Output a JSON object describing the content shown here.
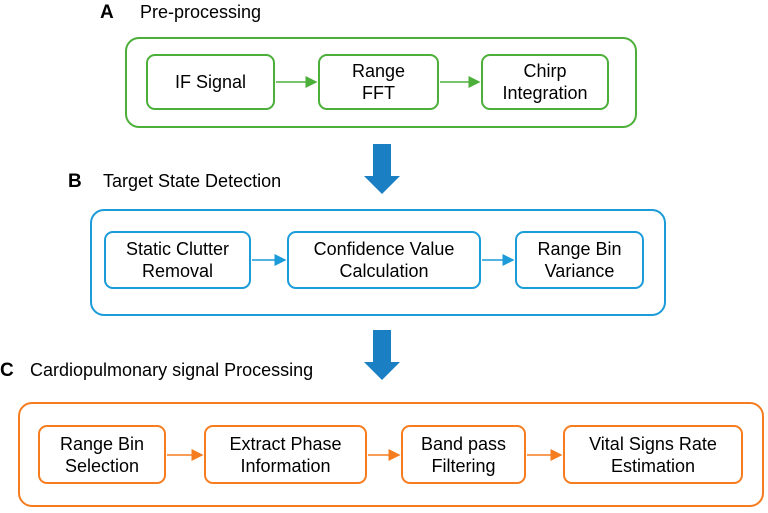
{
  "sections": {
    "a": {
      "letter": "A",
      "title": "Pre-processing",
      "steps": [
        "IF Signal",
        "Range\nFFT",
        "Chirp\nIntegration"
      ]
    },
    "b": {
      "letter": "B",
      "title": "Target State Detection",
      "steps": [
        "Static Clutter\nRemoval",
        "Confidence Value\nCalculation",
        "Range Bin\nVariance"
      ]
    },
    "c": {
      "letter": "C",
      "title": "Cardiopulmonary signal Processing",
      "steps": [
        "Range Bin\nSelection",
        "Extract Phase\nInformation",
        "Band pass\nFiltering",
        "Vital Signs Rate\nEstimation"
      ]
    }
  },
  "colors": {
    "green": "#4caf3a",
    "blue": "#1b9bd7",
    "orange": "#f57d20",
    "down_arrow": "#1b7fc4"
  }
}
